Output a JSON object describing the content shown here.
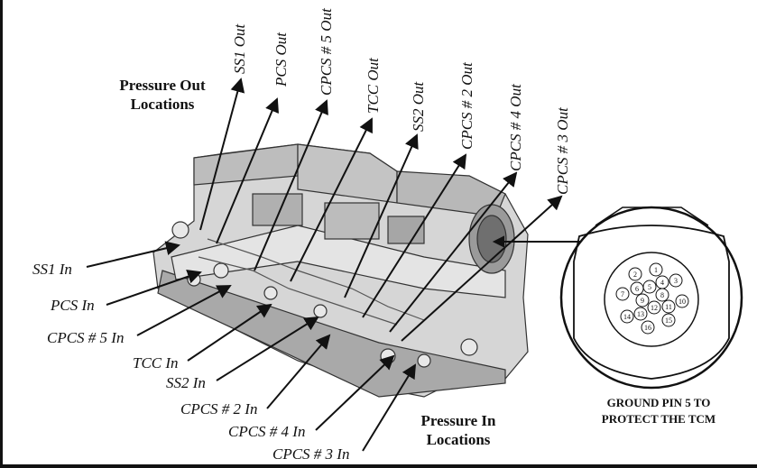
{
  "heading_out": [
    "Pressure Out",
    "Locations"
  ],
  "heading_in": [
    "Pressure In",
    "Locations"
  ],
  "out_labels": [
    "SS1 Out",
    "PCS Out",
    "CPCS # 5 Out",
    "TCC Out",
    "SS2 Out",
    "CPCS # 2 Out",
    "CPCS # 4 Out",
    "CPCS # 3 Out"
  ],
  "in_labels": [
    "SS1 In",
    "PCS In",
    "CPCS # 5 In",
    "TCC In",
    "SS2 In",
    "CPCS # 2 In",
    "CPCS # 4 In",
    "CPCS # 3 In"
  ],
  "connector": {
    "pins": [
      "1",
      "2",
      "3",
      "4",
      "5",
      "6",
      "7",
      "8",
      "9",
      "10",
      "11",
      "12",
      "13",
      "14",
      "15",
      "16"
    ],
    "caption": [
      "GROUND PIN 5 TO",
      "PROTECT THE TCM"
    ]
  }
}
